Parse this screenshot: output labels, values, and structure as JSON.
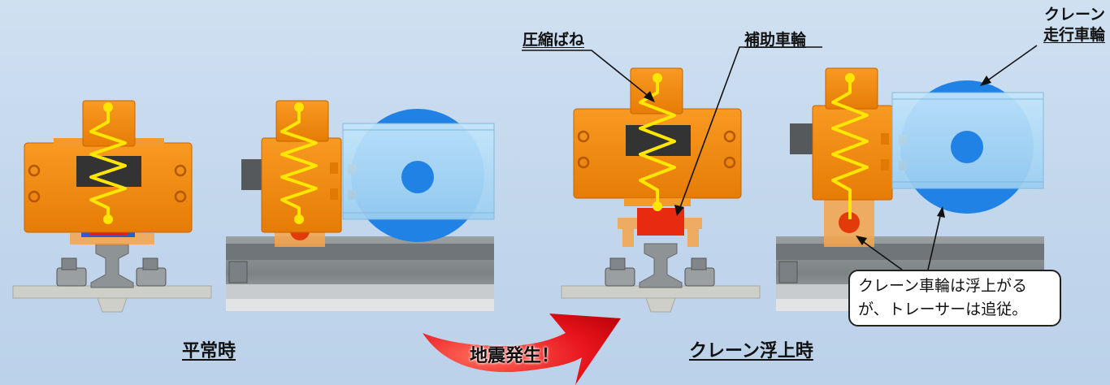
{
  "labels": {
    "compression_spring": "圧縮ばね",
    "auxiliary_wheel": "補助車輪",
    "crane_wheel_line1": "クレーン",
    "crane_wheel_line2": "走行車輪",
    "normal_state": "平常時",
    "earthquake": "地震発生！",
    "crane_lifted": "クレーン浮上時"
  },
  "callout": {
    "line1": "クレーン車輪は浮上がる",
    "line2": "が、トレーサーは追従。"
  },
  "colors": {
    "orange": "#f58a0c",
    "orange_dark": "#d96f00",
    "spring": "#ffe600",
    "beam": "#a8d8f6",
    "wheel": "#1f82e4",
    "rail": "#8f9597",
    "red_arrow": "#e8141c"
  }
}
